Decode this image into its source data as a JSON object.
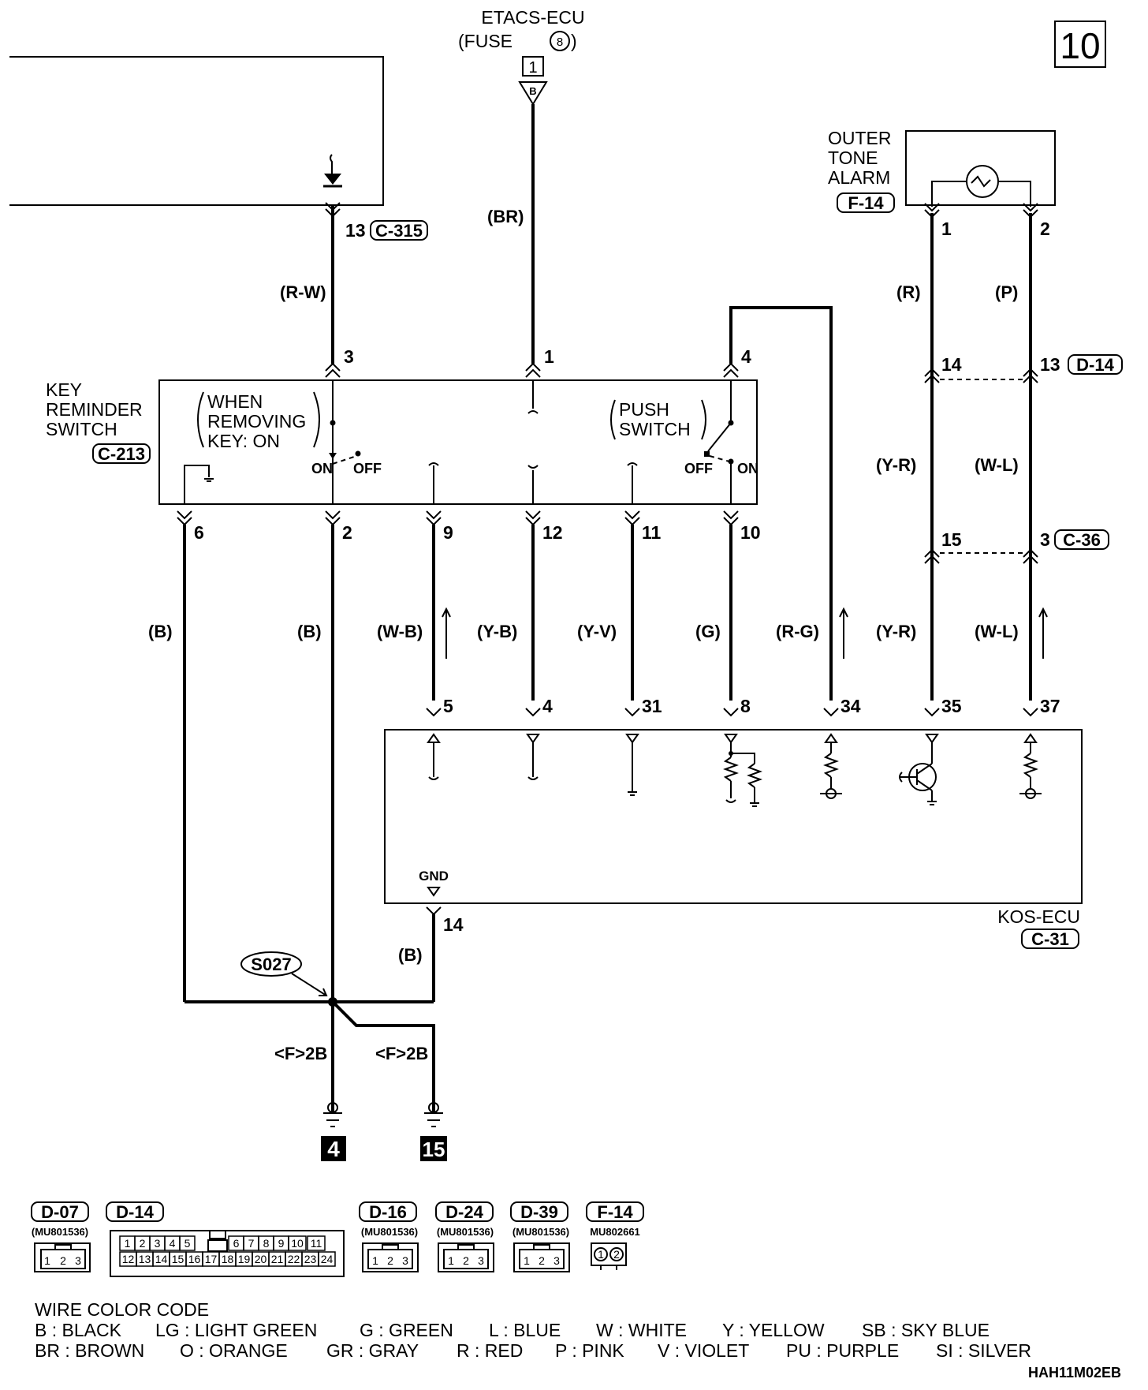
{
  "page_number": "10",
  "diagram_id": "HAH11M02EB",
  "etacs": {
    "title": "ETACS-ECU",
    "fuse": "(FUSE",
    "fuse_no": "8",
    "fuse_close": ")",
    "pin": "1",
    "code": "B",
    "wire": "(BR)"
  },
  "outer_tone_alarm": {
    "line1": "OUTER",
    "line2": "TONE",
    "line3": "ALARM",
    "connector": "F-14",
    "pin_a": "1",
    "pin_b": "2"
  },
  "key_reminder_switch": {
    "line1": "KEY",
    "line2": "REMINDER",
    "line3": "SWITCH",
    "connector": "C-213",
    "note1": "WHEN",
    "note2": "REMOVING",
    "note3": "KEY: ON",
    "on": "ON",
    "off": "OFF"
  },
  "push_switch": {
    "line1": "PUSH",
    "line2": "SWITCH",
    "off": "OFF",
    "on": "ON"
  },
  "kos_ecu": {
    "name": "KOS-ECU",
    "connector": "C-31",
    "gnd": "GND"
  },
  "connectors": {
    "c315": "C-315",
    "d14": "D-14",
    "c36": "C-36"
  },
  "pins": {
    "p13_c315": "13",
    "ks3": "3",
    "ks1": "1",
    "ks4": "4",
    "ks6": "6",
    "ks2": "2",
    "ks9": "9",
    "ks12": "12",
    "ks11": "11",
    "ks10": "10",
    "d14_14": "14",
    "d14_13": "13",
    "c36_15": "15",
    "c36_3": "3",
    "e5": "5",
    "e4": "4",
    "e31": "31",
    "e8": "8",
    "e34": "34",
    "e35": "35",
    "e37": "37",
    "e14": "14"
  },
  "wires": {
    "rw": "(R-W)",
    "r": "(R)",
    "p": "(P)",
    "yr": "(Y-R)",
    "wl": "(W-L)",
    "b1": "(B)",
    "b2": "(B)",
    "wb": "(W-B)",
    "yb": "(Y-B)",
    "yv": "(Y-V)",
    "g": "(G)",
    "rg": "(R-G)",
    "yr2": "(Y-R)",
    "wl2": "(W-L)",
    "b3": "(B)"
  },
  "splice": "S027",
  "grounds": {
    "lbl_a": "<F>2B",
    "lbl_b": "<F>2B",
    "num_a": "4",
    "num_b": "15"
  },
  "connector_views": [
    {
      "code": "D-07",
      "part": "(MU801536)"
    },
    {
      "code": "D-14",
      "part": ""
    },
    {
      "code": "D-16",
      "part": "(MU801536)"
    },
    {
      "code": "D-24",
      "part": "(MU801536)"
    },
    {
      "code": "D-39",
      "part": "(MU801536)"
    },
    {
      "code": "F-14",
      "part": "MU802661"
    }
  ],
  "d14_pins_top": [
    "1",
    "2",
    "3",
    "4",
    "5",
    "6",
    "7",
    "8",
    "9",
    "10",
    "11"
  ],
  "d14_pins_bottom": [
    "12",
    "13",
    "14",
    "15",
    "16",
    "17",
    "18",
    "19",
    "20",
    "21",
    "22",
    "23",
    "24"
  ],
  "wire_color_code": {
    "title": "WIRE COLOR CODE",
    "row1": [
      "B : BLACK",
      "LG : LIGHT GREEN",
      "G : GREEN",
      "L : BLUE",
      "W : WHITE",
      "Y : YELLOW",
      "SB : SKY BLUE"
    ],
    "row2": [
      "BR : BROWN",
      "O : ORANGE",
      "GR : GRAY",
      "R : RED",
      "P : PINK",
      "V : VIOLET",
      "PU : PURPLE",
      "SI : SILVER"
    ]
  }
}
